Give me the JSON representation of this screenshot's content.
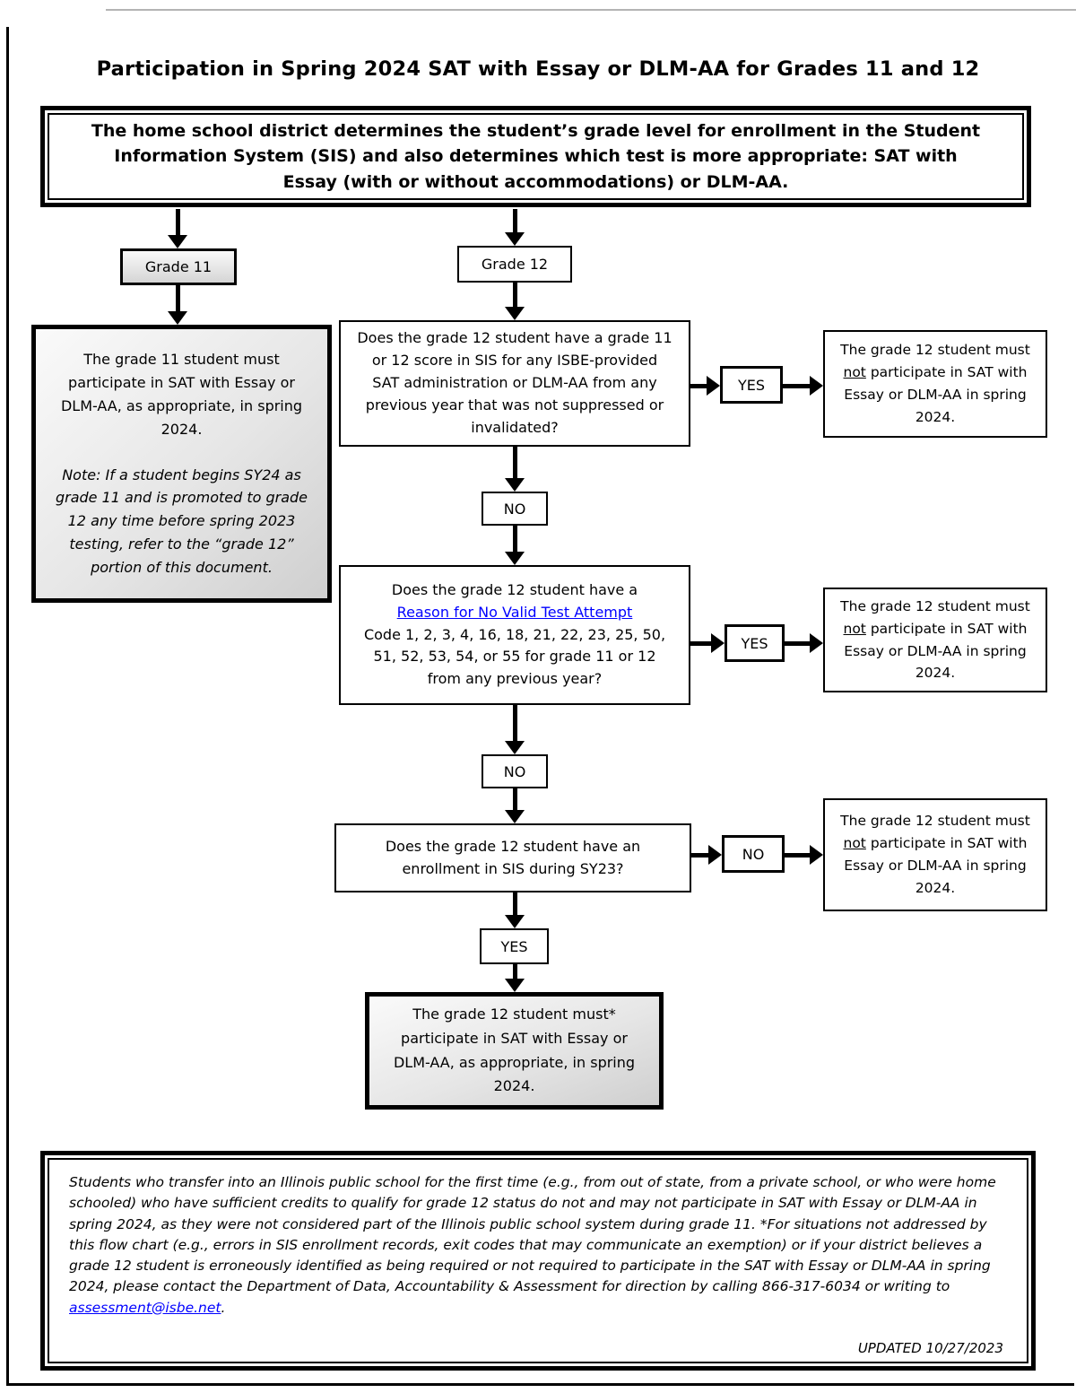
{
  "page": {
    "title": "Participation in Spring 2024 SAT with Essay or DLM-AA for Grades 11 and 12"
  },
  "intro_box": {
    "text": "The home school district determines the student’s grade level for enrollment in the Student Information System (SIS) and also determines which test is more appropriate: SAT with Essay (with or without accommodations) or DLM-AA."
  },
  "branches": {
    "grade11_label": "Grade 11",
    "grade12_label": "Grade 12"
  },
  "grade11_outcome": {
    "main": "The grade 11 student must participate in SAT with Essay or DLM-AA, as appropriate, in spring 2024.",
    "note": "Note: If a student begins SY24 as grade 11 and is promoted to grade 12 any time before spring 2023 testing, refer to the “grade 12” portion of this document."
  },
  "decisions": {
    "d1": "Does the grade 12 student have a grade 11 or 12 score in SIS for any ISBE-provided SAT administration or DLM-AA from any previous year that was not suppressed or invalidated?",
    "d2_line1": "Does the grade 12 student have a",
    "d2_link": "Reason for No Valid Test Attempt",
    "d2_rest": "Code 1, 2, 3, 4, 16, 18, 21, 22, 23, 25, 50, 51, 52, 53, 54, or 55 for grade 11 or 12 from any previous year?",
    "d3": "Does the grade 12 student have an enrollment in SIS during SY23?"
  },
  "connectors": {
    "yes": "YES",
    "no": "NO"
  },
  "outcome_not": {
    "before": "The grade 12 student must ",
    "not_word": "not",
    "after": " participate in SAT with Essay or DLM-AA in spring 2024."
  },
  "final_outcome": {
    "text": "The grade 12 student must* participate in SAT with Essay or DLM-AA, as appropriate, in spring 2024."
  },
  "footer": {
    "text_before_link": "Students who transfer into an Illinois public school for the first time (e.g., from out of state, from a private school, or who were home schooled) who have sufficient credits to qualify for grade 12 status do not and may not participate in SAT with Essay or DLM-AA in spring 2024, as they were not considered part of the Illinois public school system during grade 11. *For situations not addressed by this flow chart (e.g., errors in SIS enrollment records, exit codes that may communicate an exemption) or if your district believes a grade 12 student is erroneously identified as being required or not required to participate in the SAT with Essay or DLM-AA in spring 2024, please contact the Department of Data, Accountability & Assessment for direction by calling 866-317-6034 or writing to ",
    "link": "assessment@isbe.net",
    "after_link": ".",
    "updated": "UPDATED 10/27/2023"
  },
  "colors": {
    "link_blue": "#0000ff",
    "border_black": "#000000",
    "gradient_gray": "#cfcfcf"
  }
}
